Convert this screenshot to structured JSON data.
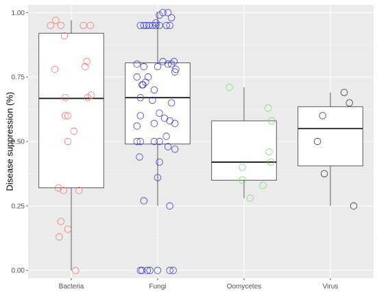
{
  "chart_data": {
    "type": "boxplot",
    "ylabel": "Disease suppression (%)",
    "xlabel": "",
    "ylim": [
      -0.03,
      1.03
    ],
    "yticks": [
      0.0,
      0.25,
      0.5,
      0.75,
      1.0
    ],
    "ytick_labels": [
      "0.00",
      "0.25",
      "0.50",
      "0.75",
      "1.00"
    ],
    "grid": true,
    "categories": [
      "Bacteria",
      "Fungi",
      "Oomycetes",
      "Virus"
    ],
    "colors": {
      "Bacteria": "#f8766d",
      "Fungi": "#3b3bd6",
      "Oomycetes": "#7cdc6e",
      "Virus": "#333333"
    },
    "boxes": [
      {
        "category": "Bacteria",
        "whisker_low": 0.0,
        "q1": 0.32,
        "median": 0.667,
        "q3": 0.92,
        "whisker_high": 0.97
      },
      {
        "category": "Fungi",
        "whisker_low": 0.25,
        "q1": 0.49,
        "median": 0.67,
        "q3": 0.805,
        "whisker_high": 1.0
      },
      {
        "category": "Oomycetes",
        "whisker_low": 0.28,
        "q1": 0.35,
        "median": 0.42,
        "q3": 0.58,
        "whisker_high": 0.71
      },
      {
        "category": "Virus",
        "whisker_low": 0.25,
        "q1": 0.405,
        "median": 0.55,
        "q3": 0.635,
        "whisker_high": 0.69
      }
    ],
    "points": [
      {
        "category": "Bacteria",
        "values": [
          0.97,
          0.95,
          0.95,
          0.95,
          0.95,
          0.91,
          0.81,
          0.79,
          0.78,
          0.68,
          0.67,
          0.67,
          0.6,
          0.6,
          0.54,
          0.5,
          0.32,
          0.31,
          0.31,
          0.19,
          0.16,
          0.13,
          0.0
        ],
        "jitter": [
          -0.18,
          -0.24,
          -0.12,
          0.14,
          0.22,
          -0.08,
          0.18,
          0.16,
          -0.19,
          0.23,
          0.19,
          -0.07,
          -0.07,
          -0.04,
          0.03,
          -0.04,
          -0.15,
          -0.09,
          0.09,
          -0.12,
          -0.04,
          -0.14,
          0.05
        ]
      },
      {
        "category": "Fungi",
        "values": [
          1.0,
          1.0,
          0.99,
          0.98,
          0.96,
          0.95,
          0.95,
          0.95,
          0.95,
          0.95,
          0.95,
          0.95,
          0.95,
          0.95,
          0.81,
          0.81,
          0.8,
          0.8,
          0.8,
          0.79,
          0.79,
          0.78,
          0.77,
          0.75,
          0.75,
          0.73,
          0.72,
          0.72,
          0.7,
          0.67,
          0.66,
          0.65,
          0.61,
          0.6,
          0.59,
          0.58,
          0.57,
          0.57,
          0.56,
          0.52,
          0.5,
          0.5,
          0.5,
          0.5,
          0.48,
          0.47,
          0.44,
          0.42,
          0.36,
          0.27,
          0.25,
          0.0,
          0.0,
          0.0,
          0.0,
          0.0,
          0.0,
          0.0
        ],
        "jitter": [
          0.06,
          0.12,
          0.02,
          0.16,
          -0.02,
          -0.2,
          -0.16,
          -0.13,
          -0.1,
          -0.06,
          -0.02,
          0.02,
          0.1,
          0.14,
          0.06,
          0.19,
          -0.24,
          0.12,
          0.16,
          -0.16,
          0.0,
          0.21,
          0.2,
          -0.24,
          -0.11,
          -0.14,
          -0.18,
          -0.17,
          -0.04,
          -0.2,
          -0.06,
          0.16,
          0.02,
          -0.2,
          0.08,
          0.14,
          -0.04,
          0.2,
          -0.24,
          0.1,
          -0.24,
          -0.2,
          -0.04,
          0.02,
          0.12,
          0.2,
          -0.21,
          0.02,
          0.0,
          -0.16,
          0.14,
          -0.2,
          -0.18,
          -0.12,
          -0.09,
          0.14,
          0.18
        ]
      },
      {
        "category": "Oomycetes",
        "values": [
          0.71,
          0.63,
          0.58,
          0.46,
          0.42,
          0.4,
          0.35,
          0.33,
          0.28
        ],
        "jitter": [
          -0.17,
          0.28,
          0.32,
          0.29,
          0.31,
          -0.02,
          -0.02,
          0.22,
          0.07
        ]
      },
      {
        "category": "Virus",
        "values": [
          0.69,
          0.65,
          0.6,
          0.5,
          0.375,
          0.25
        ],
        "jitter": [
          0.16,
          0.22,
          -0.09,
          -0.15,
          -0.07,
          0.27
        ]
      }
    ]
  }
}
